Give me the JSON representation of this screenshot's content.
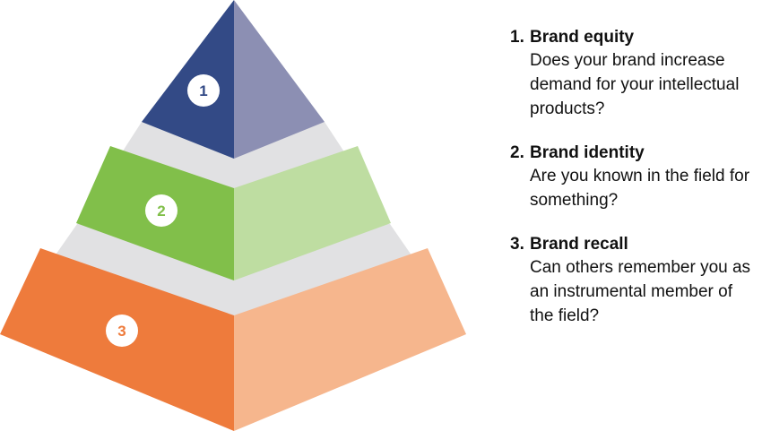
{
  "levels": [
    {
      "number": "1",
      "title": "Brand equity",
      "description": "Does your brand increase demand for your intellectual products?",
      "colors": {
        "front": "#334a86",
        "side": "#8c8fb3",
        "badge_text": "#334a86"
      }
    },
    {
      "number": "2",
      "title": "Brand identity",
      "description": "Are you known in the field for something?",
      "colors": {
        "front": "#81bf4a",
        "side": "#bedda1",
        "badge_text": "#81bf4a"
      }
    },
    {
      "number": "3",
      "title": "Brand recall",
      "description": "Can others remember you as an instrumental member of the field?",
      "colors": {
        "front": "#ee7b3c",
        "side": "#f6b68d",
        "badge_text": "#ee7b3c"
      }
    }
  ],
  "colors": {
    "gap": "#e1e1e3",
    "badge_bg": "#ffffff"
  }
}
